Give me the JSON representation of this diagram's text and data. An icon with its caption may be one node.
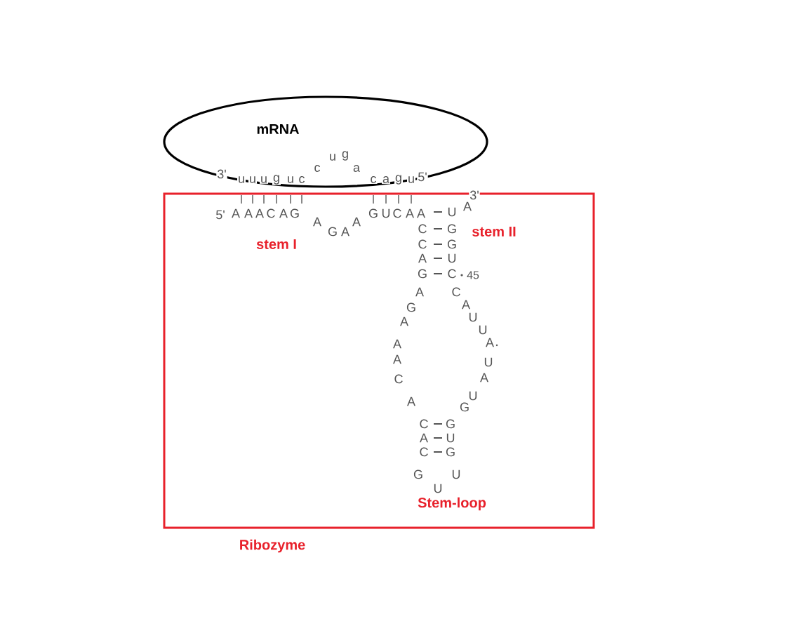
{
  "diagram": {
    "nodes": [
      {
        "text": [
          "mRNA"
        ]
      },
      {
        "text": [
          "Ribozyme"
        ]
      }
    ],
    "labels": [
      "3'",
      "u",
      "u",
      "u",
      "g",
      "u",
      "c",
      "c",
      "u",
      "g",
      "a",
      "c",
      "a",
      "g",
      "u",
      "5'",
      "3'",
      "5'",
      "A",
      "A",
      "A",
      "C",
      "A",
      "G",
      "A",
      "G",
      "A",
      "A",
      "G",
      "U",
      "C",
      "A",
      "A",
      "U",
      "A",
      "stem I",
      "C",
      "G",
      "stem II",
      "C",
      "G",
      "A",
      "U",
      "G",
      "C",
      "45",
      "A",
      "C",
      "G",
      "A",
      "A",
      "U",
      "U",
      "A",
      "A",
      "A",
      "U",
      "C",
      "A",
      "A",
      "U",
      "G",
      "C",
      "G",
      "A",
      "U",
      "C",
      "G",
      "G",
      "U",
      "U",
      "Stem-loop"
    ]
  }
}
